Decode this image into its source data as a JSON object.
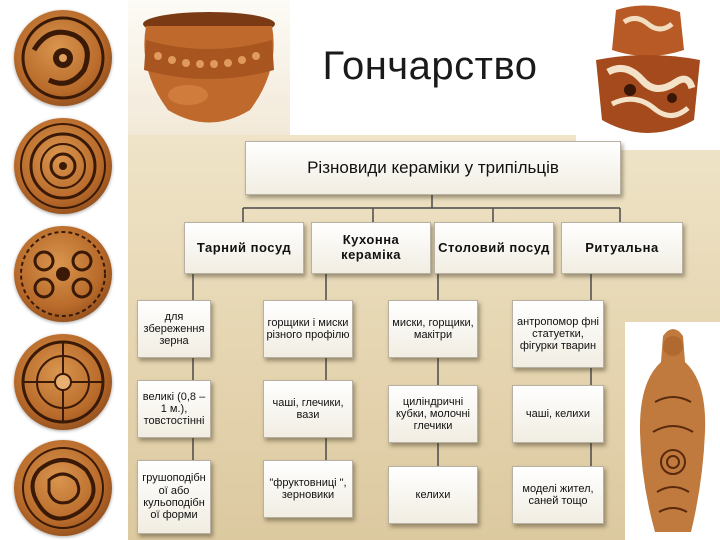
{
  "title": "Гончарство",
  "diagram": {
    "root": "Різновиди кераміки у трипільців",
    "categories": [
      {
        "label": "Тарний посуд",
        "items": [
          "для збереження зерна",
          "великі (0,8 – 1 м.), товстостінні",
          "грушоподібн ої або кульоподібн ої форми"
        ]
      },
      {
        "label": "Кухонна кераміка",
        "items": [
          "горщики і миски різного профілю",
          "чаші, глечики, вази",
          "\"фруктовниці \", зерновики"
        ]
      },
      {
        "label": "Столовий посуд",
        "items": [
          "миски, горщики, макітри",
          "циліндричні кубки, молочні глечики",
          "келихи"
        ]
      },
      {
        "label": "Ритуальна",
        "items": [
          "антропомор фні статуетки, фігурки тварин",
          "чаші, келихи",
          "моделі жител, саней тощо"
        ]
      }
    ]
  },
  "colors": {
    "parchment": "#e6d6b2",
    "box_border": "#b8b0a0",
    "connector": "#4a4a4a",
    "terracotta": "#b86a2a"
  },
  "images": [
    "ornamented-plate",
    "ornamented-plate",
    "ornamented-plate",
    "ornamented-plate",
    "ornamented-plate",
    "textured-clay-pot",
    "painted-ritual-vessel",
    "clay-figurine"
  ]
}
